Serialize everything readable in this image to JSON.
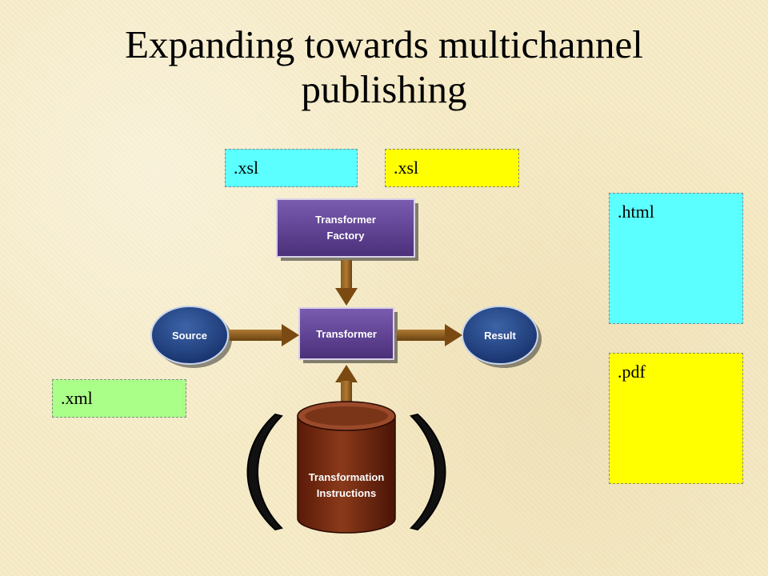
{
  "title": {
    "line1": "Expanding towards multichannel",
    "line2": "publishing"
  },
  "boxes": {
    "xsl_cyan": ".xsl",
    "xsl_yellow": ".xsl",
    "html": ".html",
    "pdf": ".pdf",
    "xml": ".xml"
  },
  "diagram": {
    "factory_line1": "Transformer",
    "factory_line2": "Factory",
    "transformer": "Transformer",
    "source": "Source",
    "result": "Result",
    "instructions_line1": "Transformation",
    "instructions_line2": "Instructions"
  },
  "colors": {
    "cyan": "#5cffff",
    "yellow": "#ffff00",
    "green": "#aaff88",
    "purple": "#5a3d8c",
    "navy": "#1f3f7a",
    "brown": "#7a4a12",
    "cylinder": "#7a2a12"
  }
}
